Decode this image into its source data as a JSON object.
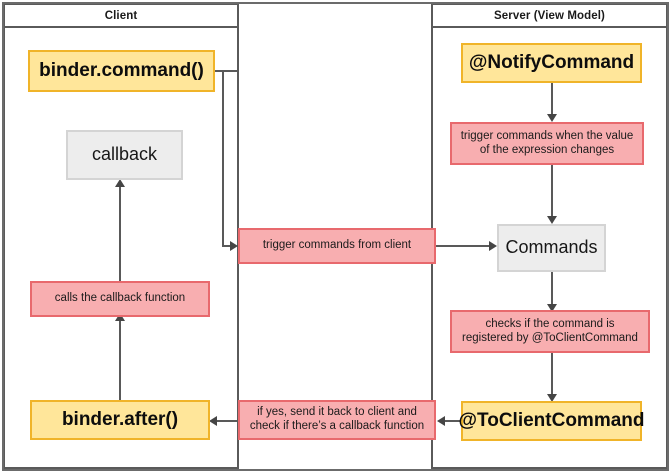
{
  "diagram": {
    "title_client": "Client",
    "title_server": "Server (View Model)",
    "colors": {
      "yellow_fill": "#ffe69a",
      "yellow_border": "#f0b429",
      "pink_fill": "#f8aeb0",
      "pink_border": "#e8696d",
      "grey_fill": "#ededed",
      "grey_border": "#d4d4d4",
      "line": "#595959",
      "lane_border": "#5a5a5a"
    }
  },
  "lanes": {
    "client": {
      "label": "Client",
      "nodes": {
        "binder_command": "binder.command()",
        "callback": "callback",
        "calls_callback": "calls the callback function",
        "binder_after": "binder.after()"
      }
    },
    "middle": {
      "nodes": {
        "trigger_from_client": "trigger commands from client",
        "if_yes_send_back_line1": "if yes, send it back to client and",
        "if_yes_send_back_line2": "check if there’s a callback function"
      }
    },
    "server": {
      "label": "Server (View Model)",
      "nodes": {
        "notify_command": "@NotifyCommand",
        "trigger_when_value_line1": "trigger commands when the value",
        "trigger_when_value_line2": "of the expression changes",
        "commands": "Commands",
        "checks_registered_line1": "checks if the command is",
        "checks_registered_line2": "registered by @ToClientCommand",
        "to_client_command": "@ToClientCommand"
      }
    }
  }
}
